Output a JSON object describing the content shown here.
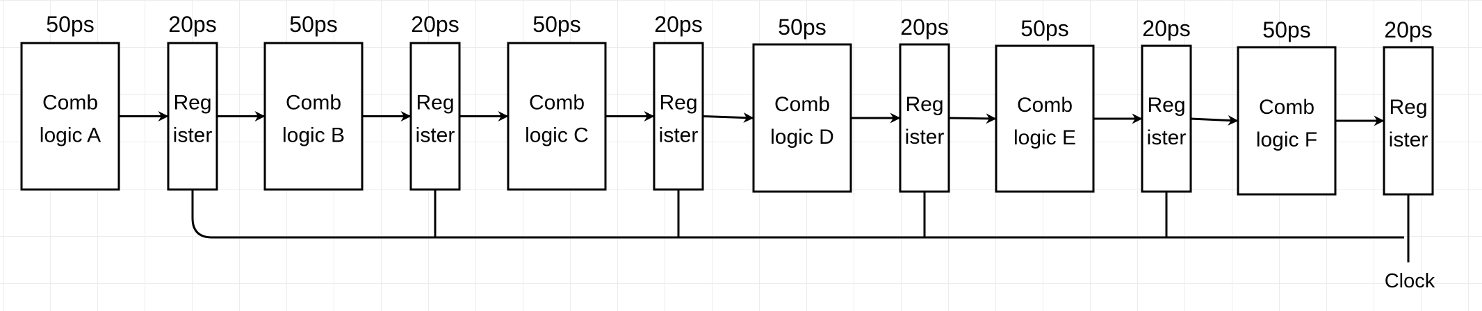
{
  "diagram": {
    "stages": [
      {
        "logic_line1": "Comb",
        "logic_line2": "logic A",
        "logic_delay": "50ps",
        "reg_line1": "Reg",
        "reg_line2": "ister",
        "reg_delay": "20ps"
      },
      {
        "logic_line1": "Comb",
        "logic_line2": "logic B",
        "logic_delay": "50ps",
        "reg_line1": "Reg",
        "reg_line2": "ister",
        "reg_delay": "20ps"
      },
      {
        "logic_line1": "Comb",
        "logic_line2": "logic C",
        "logic_delay": "50ps",
        "reg_line1": "Reg",
        "reg_line2": "ister",
        "reg_delay": "20ps"
      },
      {
        "logic_line1": "Comb",
        "logic_line2": "logic D",
        "logic_delay": "50ps",
        "reg_line1": "Reg",
        "reg_line2": "ister",
        "reg_delay": "20ps"
      },
      {
        "logic_line1": "Comb",
        "logic_line2": "logic E",
        "logic_delay": "50ps",
        "reg_line1": "Reg",
        "reg_line2": "ister",
        "reg_delay": "20ps"
      },
      {
        "logic_line1": "Comb",
        "logic_line2": "logic F",
        "logic_delay": "50ps",
        "reg_line1": "Reg",
        "reg_line2": "ister",
        "reg_delay": "20ps"
      }
    ],
    "clock_label": "Clock"
  }
}
